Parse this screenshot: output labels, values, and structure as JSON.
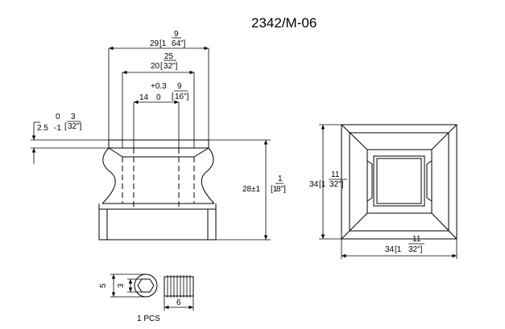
{
  "title": "2342/M-06",
  "front_view": {
    "overall_width_mm": "29",
    "overall_width_in_whole_part": "[1",
    "overall_width_in_fraction_num": "9",
    "overall_width_in_fraction_den": "64\"]",
    "middle_width_mm": "20",
    "middle_width_in_open": "[",
    "middle_width_in_fraction_num": "25",
    "middle_width_in_fraction_den": "32\"]",
    "hole_diameter_mm": "14",
    "hole_tolerance_upper": "+0.3",
    "hole_tolerance_lower": "0",
    "hole_in_open": "[",
    "hole_in_fraction_num": "9",
    "hole_in_fraction_den": "16\"]",
    "top_height_mm": "2.5",
    "top_tolerance_upper": "0",
    "top_tolerance_lower": "-1",
    "top_in_open": "[",
    "top_in_fraction_num": "3",
    "top_in_fraction_den": "32\"]",
    "height_mm": "28±1",
    "height_in_whole_part": "[1",
    "height_in_fraction_num": "1",
    "height_in_fraction_den": "8\"]"
  },
  "top_view": {
    "side_height_mm": "34",
    "side_height_in_whole_part": "[1",
    "side_height_in_fraction_num": "11",
    "side_height_in_fraction_den": "32\"]",
    "bottom_width_mm": "34",
    "bottom_width_in_whole_part": "[1",
    "bottom_width_in_fraction_num": "11",
    "bottom_width_in_fraction_den": "32\"]"
  },
  "screw": {
    "height_outer": "5",
    "height_inner": "3",
    "length": "6",
    "quantity_label": "1 PCS"
  }
}
